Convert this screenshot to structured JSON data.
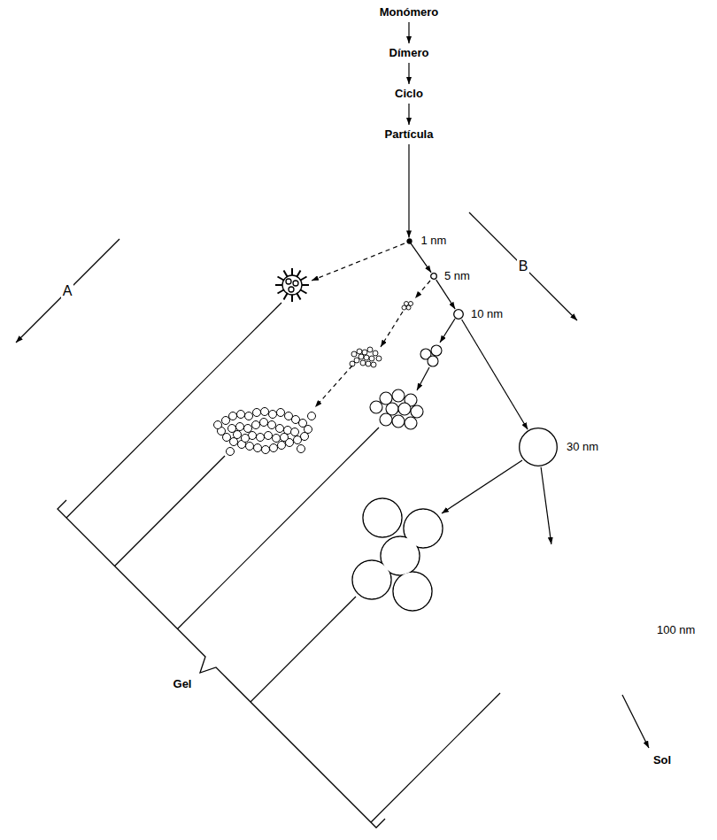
{
  "diagram": {
    "nodes": [
      {
        "text": [
          "Monómero"
        ]
      },
      {
        "text": [
          "Dímero"
        ]
      },
      {
        "text": [
          "Ciclo"
        ]
      },
      {
        "text": [
          "Partícula"
        ]
      },
      {
        "text": [
          "1 nm"
        ]
      },
      {
        "text": [
          "5 nm"
        ]
      },
      {
        "text": [
          "10 nm"
        ]
      },
      {
        "text": [
          "30 nm"
        ]
      },
      {
        "text": [
          "100 nm"
        ]
      }
    ],
    "edges": [
      {
        "from": 0,
        "to": 1,
        "arrow": "to"
      },
      {
        "from": 1,
        "to": 2,
        "arrow": "to"
      },
      {
        "from": 2,
        "to": 3,
        "arrow": "to"
      },
      {
        "from": 3,
        "to": 4,
        "arrow": "to"
      },
      {
        "from": 4,
        "to": 5,
        "arrow": "to"
      },
      {
        "from": 5,
        "to": 6,
        "arrow": "to"
      },
      {
        "from": 6,
        "to": 7,
        "arrow": "to"
      },
      {
        "from": 7,
        "to": 8,
        "arrow": "to"
      }
    ],
    "labels": [
      "A",
      "B",
      "Gel",
      "Sol"
    ]
  }
}
